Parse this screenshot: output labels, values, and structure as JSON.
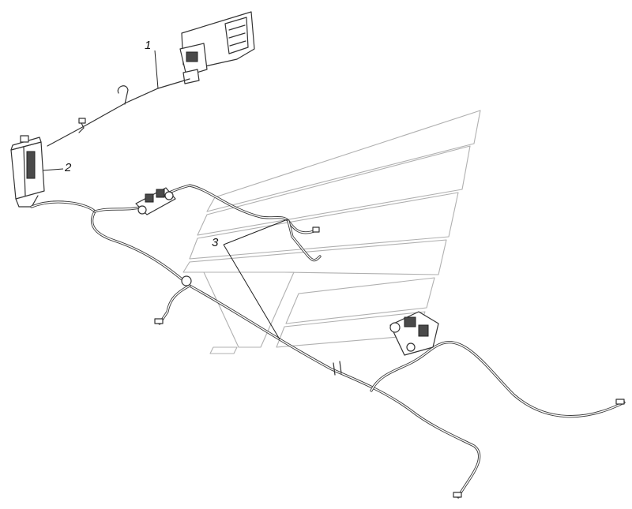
{
  "callouts": {
    "one": "1",
    "two": "2",
    "three": "3"
  },
  "colors": {
    "line": "#3a3a3a",
    "watermark": "#b0b0b0",
    "background": "#ffffff"
  }
}
